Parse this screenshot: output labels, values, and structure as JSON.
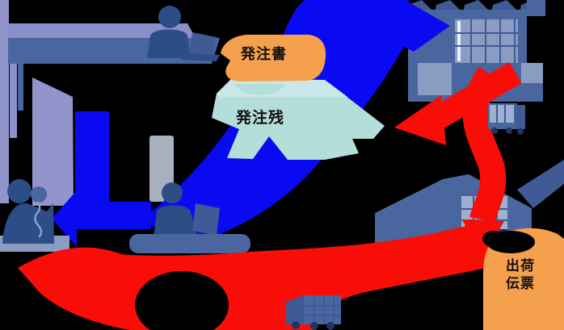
{
  "diagram": {
    "title_hidden": "",
    "labels": {
      "purchase_order": "発注書",
      "order_backlog": "発注残",
      "shipping_slip_line1": "出荷",
      "shipping_slip_line2": "伝票"
    },
    "icons": [
      "person-at-laptop-icon",
      "person-on-phone-icon",
      "person-at-laptop-icon",
      "factory-building-icon",
      "warehouse-loading-dock-icon",
      "truck-icon",
      "truck-icon",
      "document-banner-shape",
      "blue-flow-arrow",
      "red-flow-arrow"
    ]
  },
  "colors": {
    "arrow_blue": "#0a0af2",
    "arrow_red": "#f90d07",
    "doc_orange": "#f5a04c",
    "zan_teal": "#b4ded9",
    "zan_teal_light": "#cbe7e9",
    "slate_blue": "#4a669f",
    "slate_dark": "#3f5a94",
    "person_navy": "#2d4d86",
    "periwinkle": "#9195cc",
    "periwinkle_light": "#8a90c8",
    "light_panel": "#9db0cf",
    "light_panel2": "#8a9cc2",
    "monitor_gray": "#a7b0bd",
    "wheel_navy": "#1e3560",
    "cord_blue": "#7fa3d8",
    "background": "#000000",
    "text": "#101010"
  }
}
